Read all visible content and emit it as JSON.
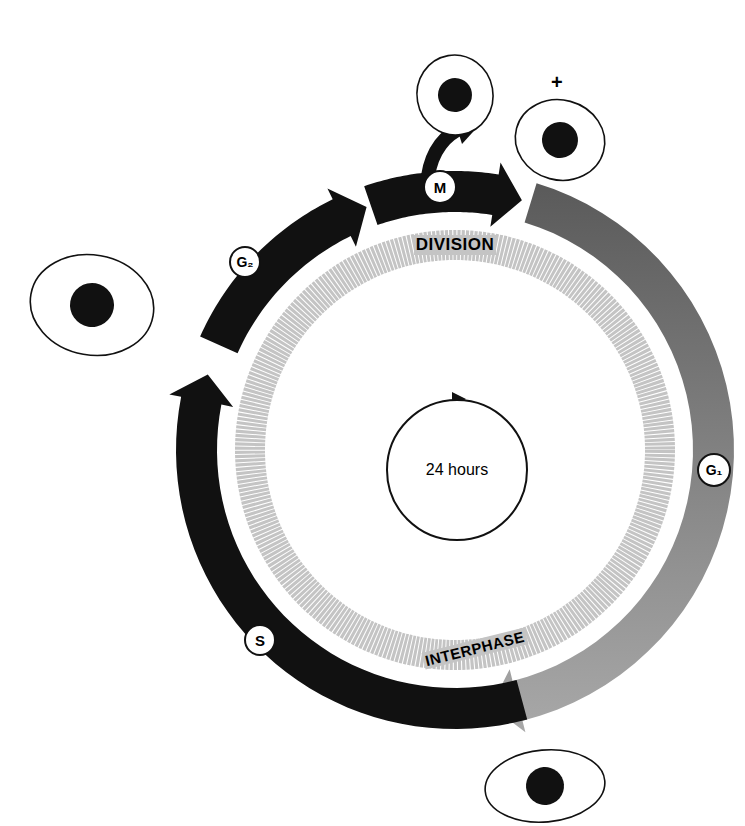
{
  "diagram": {
    "nodes": [
      {
        "text": [
          "M"
        ]
      },
      {
        "text": [
          "G₂"
        ]
      },
      {
        "text": [
          "G₁"
        ]
      },
      {
        "text": [
          "S"
        ]
      },
      {
        "text": [
          "24 hours"
        ]
      }
    ],
    "labels": [
      "DIVISION",
      "INTERPHASE",
      "+"
    ]
  }
}
